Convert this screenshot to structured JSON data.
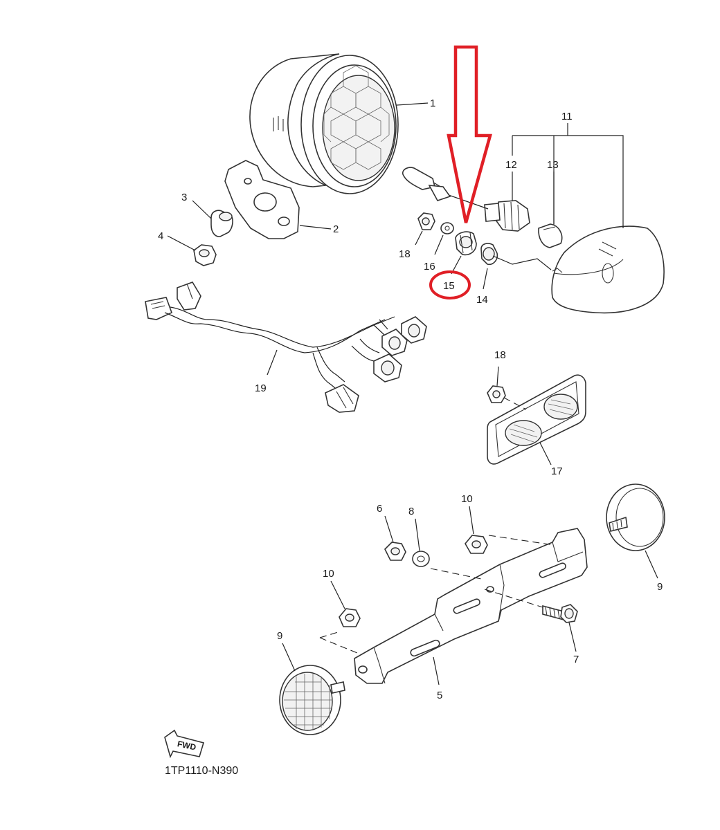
{
  "diagram": {
    "code": "1TP1110-N390",
    "fwd_label": "FWD",
    "highlight_color": "#e01f26",
    "highlighted_part": "15",
    "part_numbers": {
      "p1": "1",
      "p2": "2",
      "p3": "3",
      "p4": "4",
      "p5": "5",
      "p6": "6",
      "p7": "7",
      "p8": "8",
      "p9a": "9",
      "p9b": "9",
      "p10a": "10",
      "p10b": "10",
      "p11": "11",
      "p12": "12",
      "p13": "13",
      "p14": "14",
      "p15": "15",
      "p16": "16",
      "p17": "17",
      "p18a": "18",
      "p18b": "18",
      "p19": "19"
    }
  }
}
